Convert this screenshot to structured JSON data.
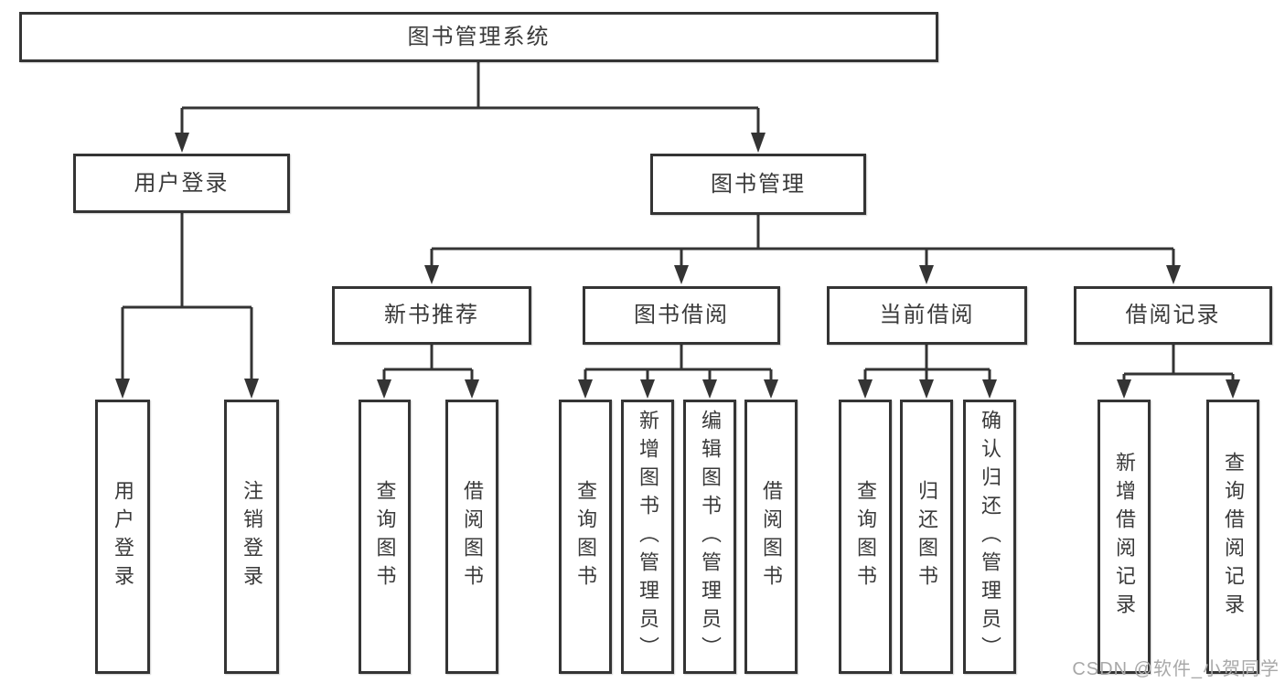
{
  "diagram_type": "hierarchy-tree",
  "colors": {
    "line": "#343434",
    "box_border": "#343434",
    "text": "#3a3a3a",
    "background": "#ffffff",
    "watermark": "#a8a8a8"
  },
  "watermark": {
    "text": "CSDN @软件_小贺同学"
  },
  "tree": {
    "label": "图书管理系统",
    "children": [
      {
        "label": "用户登录",
        "children": [
          {
            "label": "用户登录"
          },
          {
            "label": "注销登录"
          }
        ]
      },
      {
        "label": "图书管理",
        "children": [
          {
            "label": "新书推荐",
            "children": [
              {
                "label": "查询图书"
              },
              {
                "label": "借阅图书"
              }
            ]
          },
          {
            "label": "图书借阅",
            "children": [
              {
                "label": "查询图书"
              },
              {
                "label": "新增图书（管理员）"
              },
              {
                "label": "编辑图书（管理员）"
              },
              {
                "label": "借阅图书"
              }
            ]
          },
          {
            "label": "当前借阅",
            "children": [
              {
                "label": "查询图书"
              },
              {
                "label": "归还图书"
              },
              {
                "label": "确认归还（管理员）"
              }
            ]
          },
          {
            "label": "借阅记录",
            "children": [
              {
                "label": "新增借阅记录"
              },
              {
                "label": "查询借阅记录"
              }
            ]
          }
        ]
      }
    ]
  }
}
